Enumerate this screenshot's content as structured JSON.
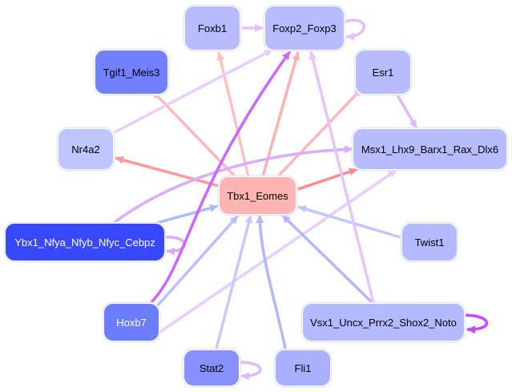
{
  "nodes": [
    {
      "id": "foxb1",
      "label": "Foxb1",
      "color": "#b8bcff"
    },
    {
      "id": "foxp2",
      "label": "Foxp2_Foxp3",
      "color": "#b8bcff"
    },
    {
      "id": "tgif1",
      "label": "Tgif1_Meis3",
      "color": "#7080ff"
    },
    {
      "id": "esr1",
      "label": "Esr1",
      "color": "#b8bcff"
    },
    {
      "id": "nr4a2",
      "label": "Nr4a2",
      "color": "#c0c4ff"
    },
    {
      "id": "msx1",
      "label": "Msx1_Lhx9_Barx1_Rax_Dlx6",
      "color": "#b8bcff"
    },
    {
      "id": "tbx1",
      "label": "Tbx1_Eomes",
      "color": "#ffb4b4"
    },
    {
      "id": "ybx1",
      "label": "Ybx1_Nfya_Nfyb_Nfyc_Cebpz",
      "color": "#3848ff"
    },
    {
      "id": "twist1",
      "label": "Twist1",
      "color": "#b4baff"
    },
    {
      "id": "hoxb7",
      "label": "Hoxb7",
      "color": "#6c7cff"
    },
    {
      "id": "vsx1",
      "label": "Vsx1_Uncx_Prrx2_Shox2_Noto",
      "color": "#b4baff"
    },
    {
      "id": "stat2",
      "label": "Stat2",
      "color": "#8890ff"
    },
    {
      "id": "fli1",
      "label": "Fli1",
      "color": "#a8b0ff"
    }
  ],
  "edges": [
    {
      "source": "Tbx1_Eomes",
      "target": "Foxb1",
      "color": "#ffc0c0"
    },
    {
      "source": "Tbx1_Eomes",
      "target": "Tgif1_Meis3",
      "color": "#ffb8b8"
    },
    {
      "source": "Tbx1_Eomes",
      "target": "Foxp2_Foxp3",
      "color": "#ffb0b0"
    },
    {
      "source": "Tbx1_Eomes",
      "target": "Esr1",
      "color": "#ffb8b8"
    },
    {
      "source": "Tbx1_Eomes",
      "target": "Nr4a2",
      "color": "#ff9a9a"
    },
    {
      "source": "Tbx1_Eomes",
      "target": "Msx1_Lhx9_Barx1_Rax_Dlx6",
      "color": "#ff8c8c"
    },
    {
      "source": "Foxb1",
      "target": "Foxp2_Foxp3",
      "color": "#e8c0ff"
    },
    {
      "source": "Foxp2_Foxp3",
      "target": "Foxp2_Foxp3",
      "color": "#e4bcff"
    },
    {
      "source": "Nr4a2",
      "target": "Foxp2_Foxp3",
      "color": "#ecccff"
    },
    {
      "source": "Esr1",
      "target": "Msx1_Lhx9_Barx1_Rax_Dlx6",
      "color": "#e0b8ff"
    },
    {
      "source": "Ybx1_Nfya_Nfyb_Nfyc_Cebpz",
      "target": "Msx1_Lhx9_Barx1_Rax_Dlx6",
      "color": "#dcaaff"
    },
    {
      "source": "Ybx1_Nfya_Nfyb_Nfyc_Cebpz",
      "target": "Tbx1_Eomes",
      "color": "#b0b8ff"
    },
    {
      "source": "Ybx1_Nfya_Nfyb_Nfyc_Cebpz",
      "target": "Ybx1_Nfya_Nfyb_Nfyc_Cebpz",
      "color": "#dcaaff"
    },
    {
      "source": "Hoxb7",
      "target": "Foxp2_Foxp3",
      "color": "#cc66ff"
    },
    {
      "source": "Hoxb7",
      "target": "Tbx1_Eomes",
      "color": "#b8c0ff"
    },
    {
      "source": "Hoxb7",
      "target": "Msx1_Lhx9_Barx1_Rax_Dlx6",
      "color": "#ecccff"
    },
    {
      "source": "Twist1",
      "target": "Tbx1_Eomes",
      "color": "#c0c8ff"
    },
    {
      "source": "Vsx1_Uncx_Prrx2_Shox2_Noto",
      "target": "Tbx1_Eomes",
      "color": "#b0b8ff"
    },
    {
      "source": "Vsx1_Uncx_Prrx2_Shox2_Noto",
      "target": "Foxp2_Foxp3",
      "color": "#e8c4ff"
    },
    {
      "source": "Vsx1_Uncx_Prrx2_Shox2_Noto",
      "target": "Vsx1_Uncx_Prrx2_Shox2_Noto",
      "color": "#cc44ff"
    },
    {
      "source": "Stat2",
      "target": "Tbx1_Eomes",
      "color": "#c4caff"
    },
    {
      "source": "Stat2",
      "target": "Stat2",
      "color": "#e0b8ff"
    },
    {
      "source": "Fli1",
      "target": "Tbx1_Eomes",
      "color": "#b0b8ff"
    }
  ]
}
